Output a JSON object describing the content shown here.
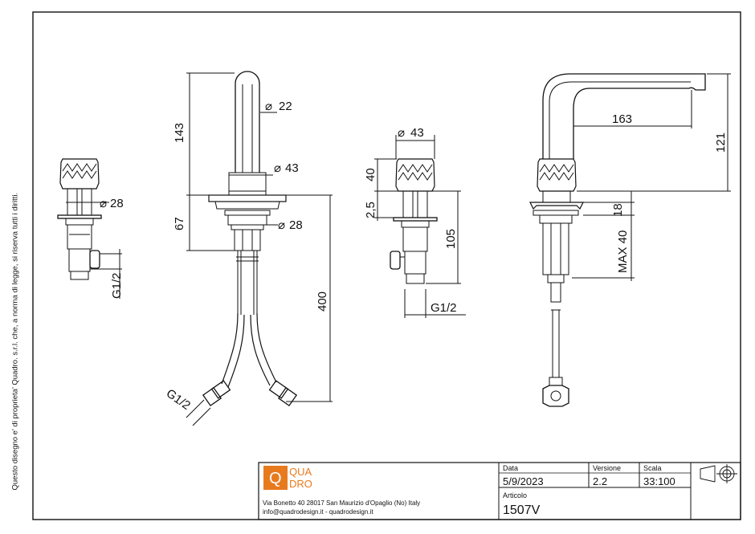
{
  "side_note": "Questo disegno e' di proprieta' Quadro. s.r.l. che, a norma di legge, si riserva tutti i diritti.",
  "dimensions": {
    "d28_left": "28",
    "g12_left": "G1/2",
    "h143": "143",
    "d22": "22",
    "d43_center": "43",
    "h67": "67",
    "d28_center": "28",
    "h400": "400",
    "g12_hose": "G1/2",
    "d43_right": "43",
    "h40": "40",
    "h25": "2,5",
    "h105": "105",
    "g12_right": "G1/2",
    "w163": "163",
    "h121": "121",
    "h18": "18",
    "max40": "MAX 40"
  },
  "title_block": {
    "logo_top": "QUA",
    "logo_bottom": "DRO",
    "logo_letter": "Q",
    "address_line1": "Via Bonetto 40  28017 San Maurizio d'Opaglio (No) Italy",
    "address_line2": "info@quadrodesign.it  -  quadrodesign.it",
    "data_label": "Data",
    "data_value": "5/9/2023",
    "versione_label": "Versione",
    "versione_value": "2.2",
    "scala_label": "Scala",
    "scala_value": "33:100",
    "articolo_label": "Articolo",
    "articolo_value": "1507V"
  },
  "colors": {
    "line": "#111111",
    "brand": "#e87a1e"
  }
}
